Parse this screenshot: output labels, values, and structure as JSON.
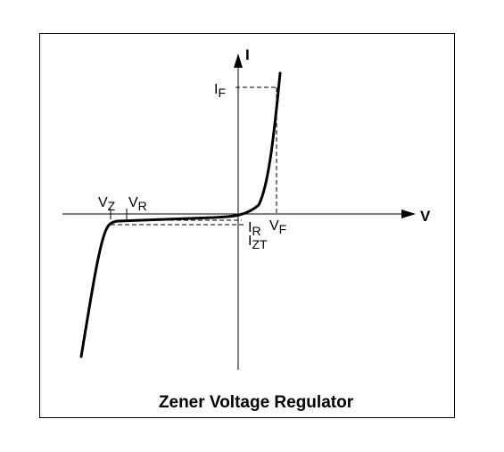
{
  "diagram": {
    "caption": "Zener Voltage Regulator",
    "axes": {
      "y_name": "I",
      "x_name": "V"
    },
    "labels": {
      "vz": {
        "main": "V",
        "sub": "Z"
      },
      "vr": {
        "main": "V",
        "sub": "R"
      },
      "vf": {
        "main": "V",
        "sub": "F"
      },
      "if": {
        "main": "I",
        "sub": "F"
      },
      "ir": {
        "main": "I",
        "sub": "R"
      },
      "izt": {
        "main": "I",
        "sub": "ZT"
      }
    },
    "colors": {
      "line": "#000000",
      "background": "#ffffff"
    }
  }
}
